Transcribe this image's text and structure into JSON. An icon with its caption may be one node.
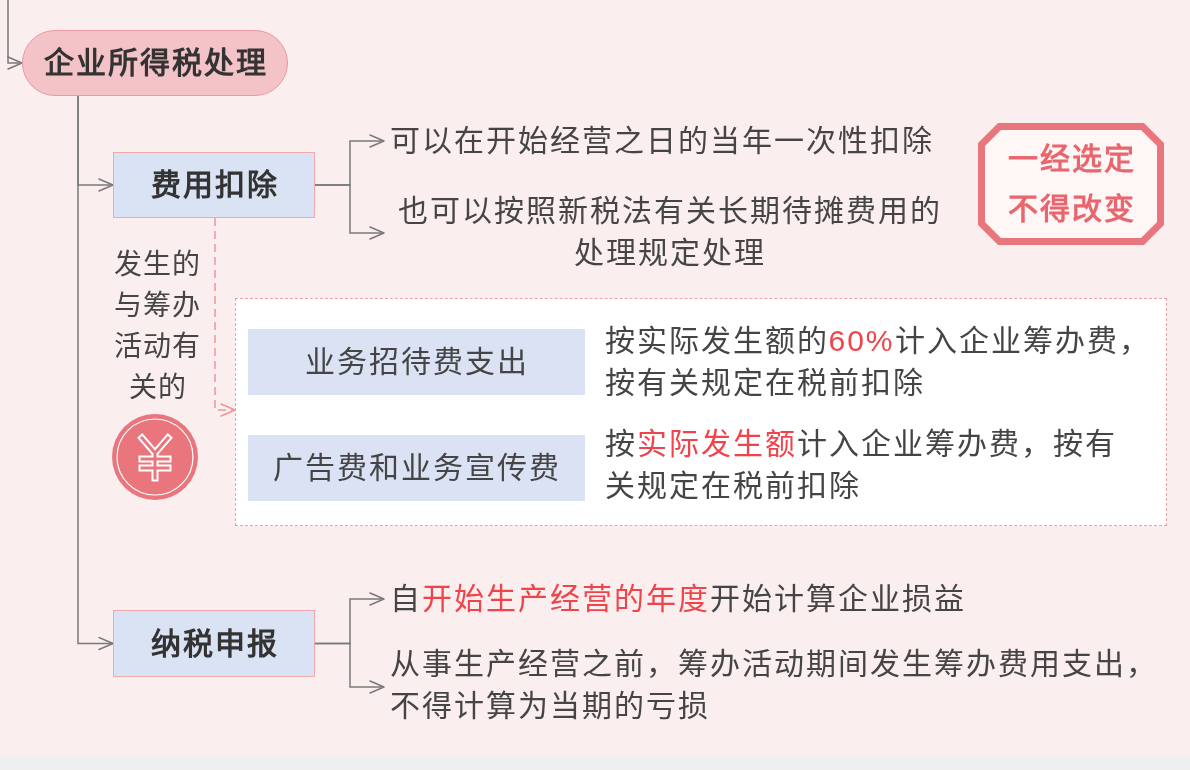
{
  "diagram": {
    "nodes": [
      {
        "text": [
          "企业所得税处理"
        ]
      },
      {
        "text": [
          "费用扣除"
        ]
      },
      {
        "text": [
          "可以在开始经营之日的当年一次性扣除"
        ]
      },
      {
        "text": [
          "也可以按照新税法有关长期待摊费用的处理规定处理"
        ]
      },
      {
        "text": [
          "一经选定不得改变"
        ]
      },
      {
        "text": [],
        "shape": "box"
      },
      {
        "text": [
          "业务招待费支出"
        ],
        "in": 5,
        "beside": [
          "按实际发生额的**60%**计入企业筹办费，按有关规定在税前扣除"
        ]
      },
      {
        "text": [
          "广告费和业务宣传费"
        ],
        "in": 5,
        "beside": [
          "按**实际发生额**计入企业筹办费，按有关规定在税前扣除"
        ]
      },
      {
        "text": [
          "纳税申报"
        ]
      },
      {
        "text": [
          "自**开始生产经营的年度**开始计算企业损益"
        ]
      },
      {
        "text": [
          "从事生产经营之前，筹办活动期间发生筹办费用支出，不得计算为当期的亏损"
        ]
      }
    ],
    "edges": [
      {
        "from": null,
        "to": 0,
        "arrow": "to"
      },
      {
        "from": 0,
        "to": 1,
        "arrow": "to"
      },
      {
        "from": 0,
        "to": 8,
        "arrow": "to"
      },
      {
        "from": 1,
        "to": 2,
        "arrow": "to"
      },
      {
        "from": 1,
        "to": 3,
        "arrow": "to"
      },
      {
        "from": 1,
        "to": 5,
        "arrow": "to",
        "label": "发生的与筹办活动有关的",
        "style": "dashed",
        "color": "#f0959b"
      },
      {
        "from": 8,
        "to": 9,
        "arrow": "to"
      },
      {
        "from": 8,
        "to": 10,
        "arrow": "to"
      }
    ]
  }
}
